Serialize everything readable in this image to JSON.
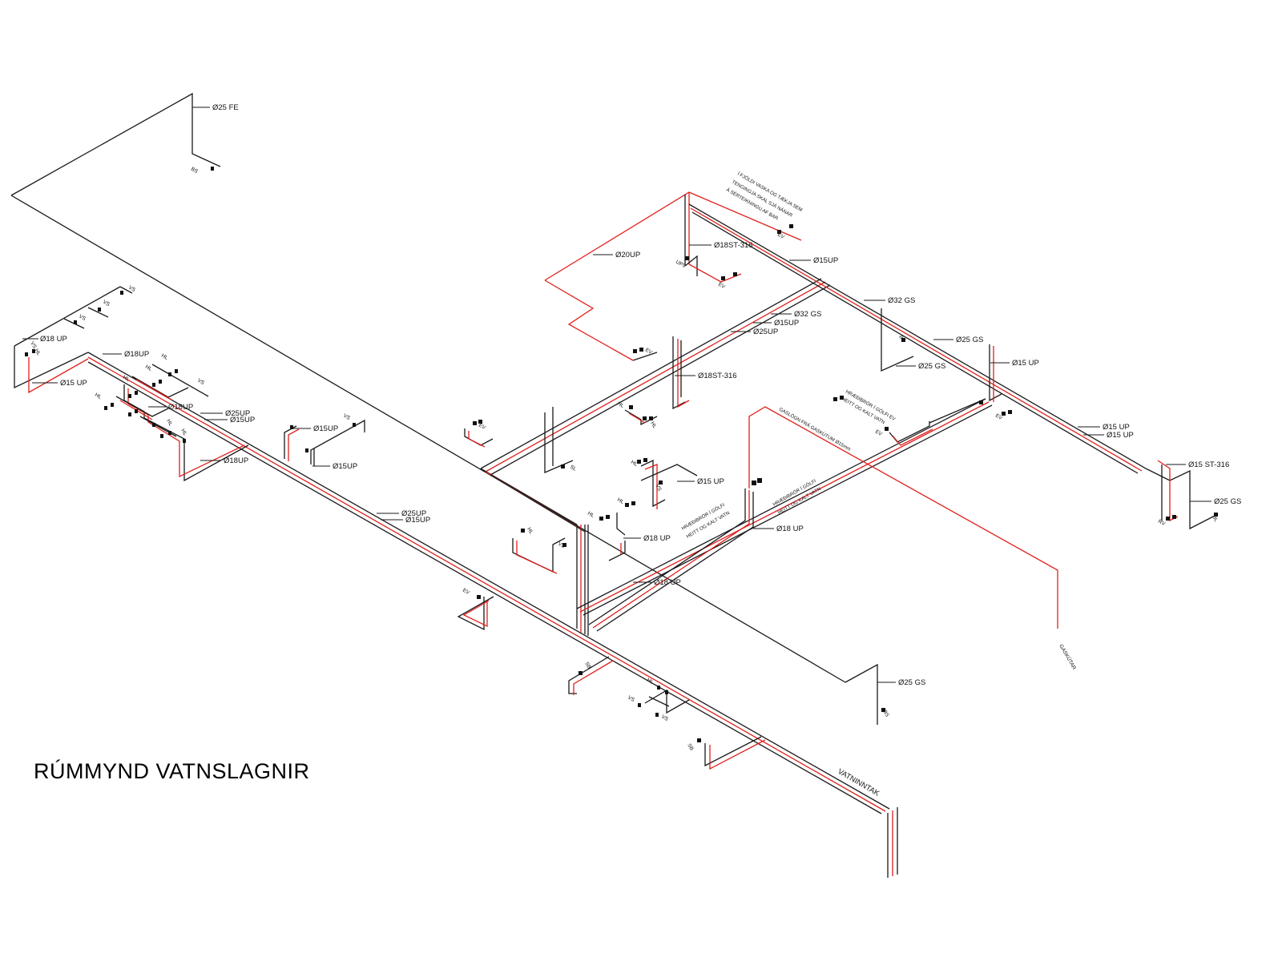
{
  "title": "RÚMMYND VATNSLAGNIR",
  "colors": {
    "cold_water": "#1a1a1a",
    "hot_water": "#e0201c",
    "background": "#ffffff"
  },
  "labels": {
    "fe25": "Ø25 FE",
    "bs_top": "BS",
    "vs1": "VS",
    "vs2": "VS",
    "vs3": "VS",
    "up18_a": "Ø18 UP",
    "vs_hl": "VS HL",
    "up18_b": "Ø18UP",
    "up15_a": "Ø15 UP",
    "hl_a": "HL",
    "vs_a": "VS",
    "hl_b": "HL",
    "up18_c": "Ø18UP",
    "up25_a": "Ø25UP",
    "up15_b": "Ø15UP",
    "hl_c": "HL",
    "hl_d": "HL",
    "up18_d": "Ø18UP",
    "hl_e": "HL",
    "vs_b": "VS",
    "up15_c": "Ø15UP",
    "up15_d": "Ø15UP",
    "up25_b": "Ø25UP",
    "up15_e": "Ø15UP",
    "ev_low": "EV",
    "sb_low": "SB",
    "hl_low": "HL",
    "vs_low1": "VS",
    "vs_low2": "VS",
    "sb_low2": "SB",
    "vatninntak": "VATNINNTAK",
    "gs25_bottom": "Ø25 GS",
    "bs_bottom": "BS",
    "note_line1": "Í FJÖLDI VASKA OG TÆKJA SEM",
    "note_line2": "TENGINGJA SKAL SJÁ NÁNAR",
    "note_line3": "Á SÉRTEIKNINGU AF BAR",
    "ev_top": "EV",
    "st18_316_a": "Ø18ST-316",
    "uv": "UPV",
    "ev_mid": "EV",
    "up20": "Ø20UP",
    "up15_top": "Ø15UP",
    "gs32_a": "Ø32 GS",
    "gs32_b": "Ø32 GS",
    "up15_f": "Ø15UP",
    "up25_c": "Ø25UP",
    "ev_c": "EV",
    "st18_316_b": "Ø18ST-316",
    "hl_f": "HL",
    "hl_g": "HL",
    "ev_d": "EV",
    "sl": "SL",
    "hl_h": "HL",
    "vs_c": "VS",
    "up15_g": "Ø15 UP",
    "hl_i": "HL",
    "hl_j": "HL",
    "vs_d": "VS",
    "up18_e": "Ø18 UP",
    "up18_f": "Ø18 UP",
    "floor_note1_l1": "HRÆÐIBRÖR Í GÓLFI",
    "floor_note1_l2": "HEITT OG KALT VATN",
    "floor_note2_l1": "HRÆÐIBRÖR Í GÓLFI",
    "floor_note2_l2": "HEITT OG KALT VATN",
    "up18_g": "Ø18 UP",
    "gas_note": "GASLÖGN FRÁ GASKÚTUM Ø15mm",
    "gaskutar": "GASKÚTAR",
    "floor_note3_l1": "HRÆÐIBRÖR Í GÓLFI EV",
    "floor_note3_l2": "HEITT OG KALT VATN",
    "bs_right": "BS",
    "gs25_a": "Ø25 GS",
    "gs25_b": "Ø25 GS",
    "up15_h": "Ø15 UP",
    "ev_e": "EV",
    "ev_f": "EV",
    "up15_i": "Ø15 UP",
    "up15_j": "Ø15 UP",
    "st15_316": "Ø15 ST-316",
    "gs25_c": "Ø25 GS",
    "rv": "RV",
    "bl": "BL"
  }
}
